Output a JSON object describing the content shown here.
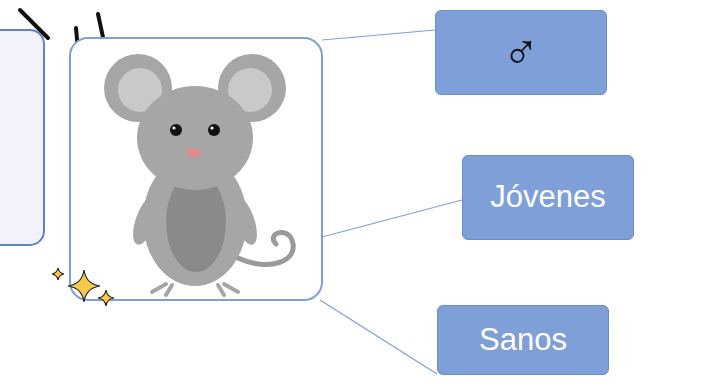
{
  "diagram": {
    "nodes": [
      {
        "text": [
          "♂"
        ]
      },
      {
        "text": [
          "Jóvenes"
        ]
      },
      {
        "text": [
          "Sanos"
        ]
      }
    ]
  }
}
